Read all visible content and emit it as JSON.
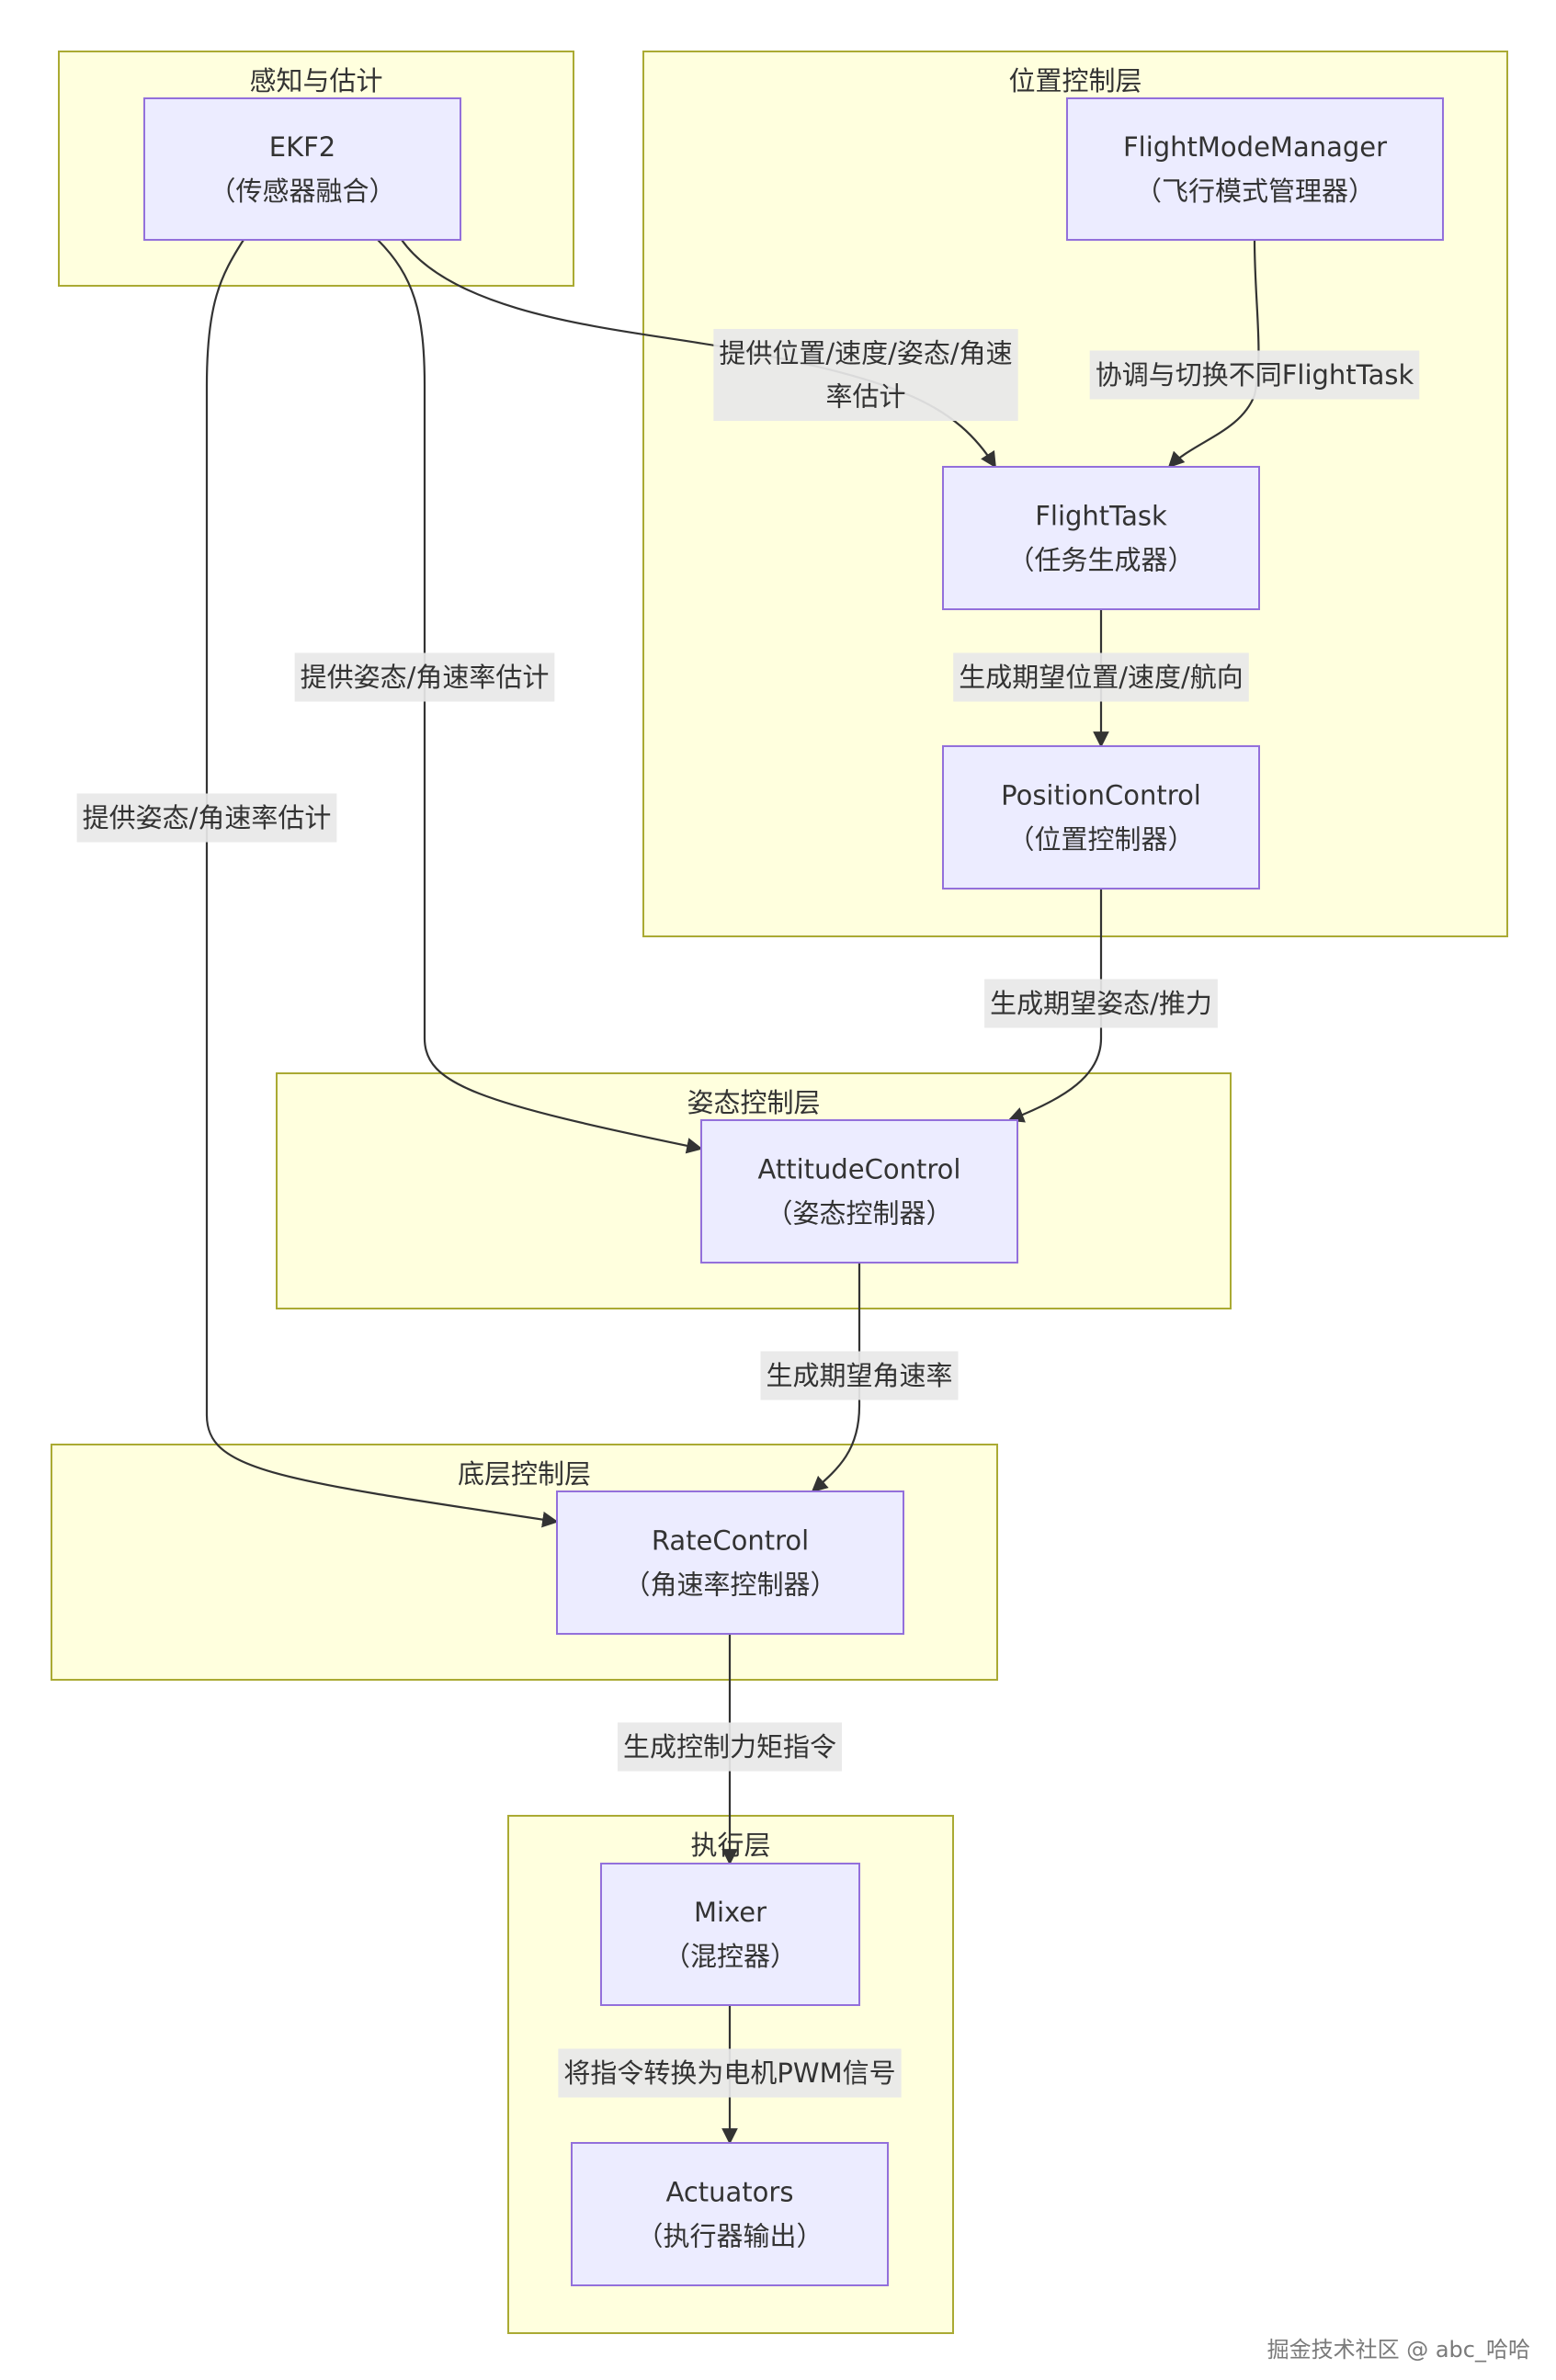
{
  "clusters": [
    {
      "id": "perception",
      "title": "感知与估计"
    },
    {
      "id": "position",
      "title": "位置控制层"
    },
    {
      "id": "attitude",
      "title": "姿态控制层"
    },
    {
      "id": "rate",
      "title": "底层控制层"
    },
    {
      "id": "actuation",
      "title": "执行层"
    }
  ],
  "nodes": [
    {
      "id": "ekf2",
      "name": "EKF2",
      "desc": "（传感器融合）"
    },
    {
      "id": "fmm",
      "name": "FlightModeManager",
      "desc": "（飞行模式管理器）"
    },
    {
      "id": "flighttask",
      "name": "FlightTask",
      "desc": "（任务生成器）"
    },
    {
      "id": "poscontrol",
      "name": "PositionControl",
      "desc": "（位置控制器）"
    },
    {
      "id": "attcontrol",
      "name": "AttitudeControl",
      "desc": "（姿态控制器）"
    },
    {
      "id": "ratecontrol",
      "name": "RateControl",
      "desc": "（角速率控制器）"
    },
    {
      "id": "mixer",
      "name": "Mixer",
      "desc": "（混控器）"
    },
    {
      "id": "actuators",
      "name": "Actuators",
      "desc": "（执行器输出）"
    }
  ],
  "edges": [
    {
      "id": "ekf2-flighttask",
      "from": "ekf2",
      "to": "flighttask",
      "label": [
        "提供位置/速度/姿态/角速",
        "率估计"
      ]
    },
    {
      "id": "fmm-flighttask",
      "from": "fmm",
      "to": "flighttask",
      "label": [
        "协调与切换不同FlightTask"
      ]
    },
    {
      "id": "flighttask-poscontrol",
      "from": "flighttask",
      "to": "poscontrol",
      "label": [
        "生成期望位置/速度/航向"
      ]
    },
    {
      "id": "ekf2-attcontrol",
      "from": "ekf2",
      "to": "attcontrol",
      "label": [
        "提供姿态/角速率估计"
      ]
    },
    {
      "id": "ekf2-ratecontrol",
      "from": "ekf2",
      "to": "ratecontrol",
      "label": [
        "提供姿态/角速率估计"
      ]
    },
    {
      "id": "poscontrol-attcontrol",
      "from": "poscontrol",
      "to": "attcontrol",
      "label": [
        "生成期望姿态/推力"
      ]
    },
    {
      "id": "attcontrol-ratecontrol",
      "from": "attcontrol",
      "to": "ratecontrol",
      "label": [
        "生成期望角速率"
      ]
    },
    {
      "id": "ratecontrol-mixer",
      "from": "ratecontrol",
      "to": "mixer",
      "label": [
        "生成控制力矩指令"
      ]
    },
    {
      "id": "mixer-actuators",
      "from": "mixer",
      "to": "actuators",
      "label": [
        "将指令转换为电机PWM信号"
      ]
    }
  ],
  "watermark": "掘金技术社区 @ abc_哈哈"
}
